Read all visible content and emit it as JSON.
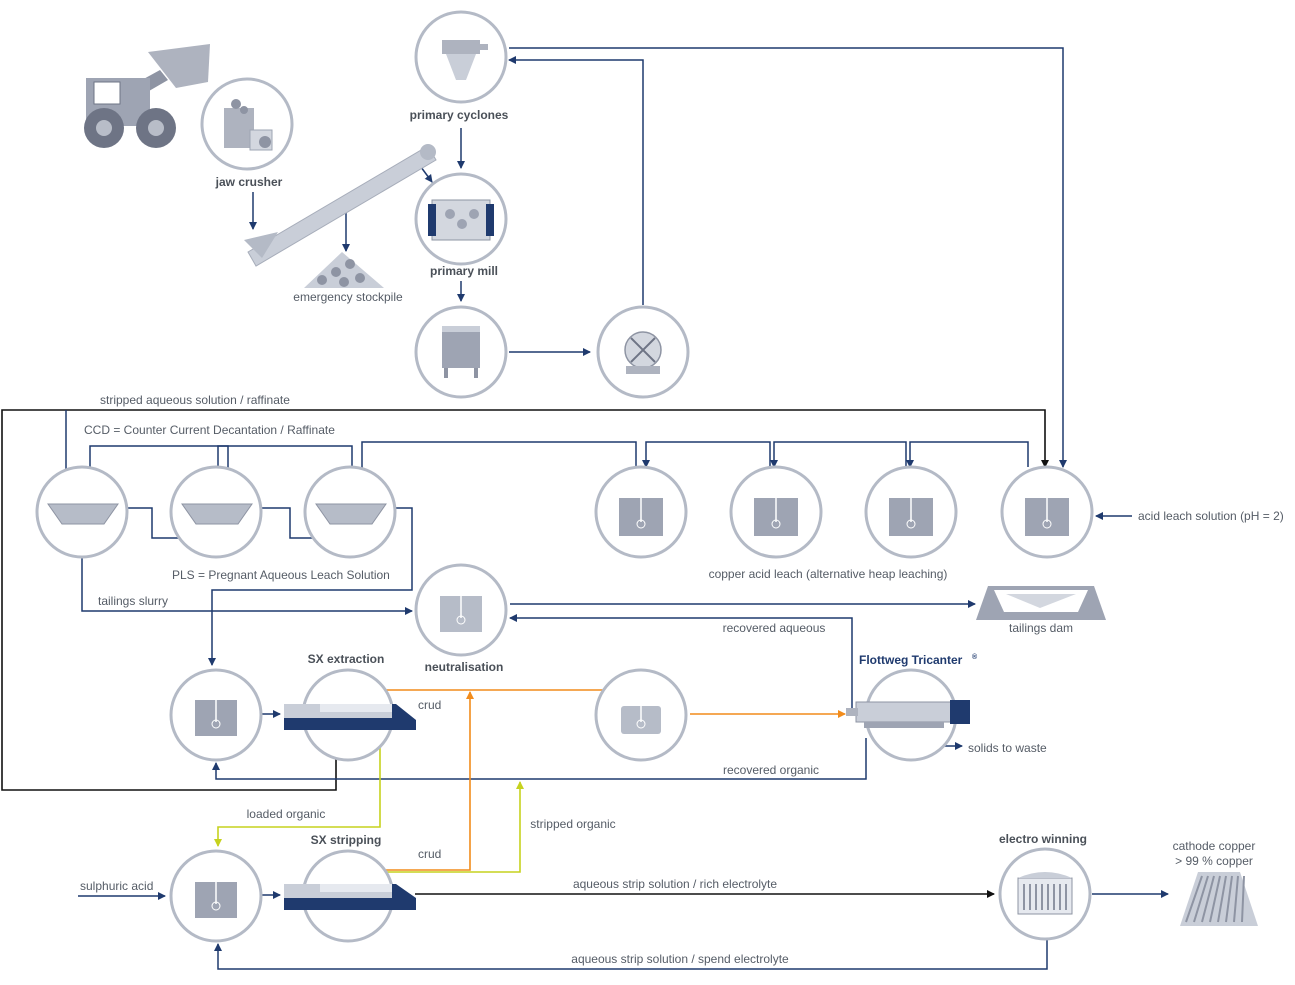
{
  "labels": {
    "jaw_crusher": "jaw crusher",
    "primary_cyclones": "primary cyclones",
    "primary_mill": "primary mill",
    "emergency_stockpile": "emergency stockpile",
    "stripped_aqueous": "stripped aqueous solution / raffinate",
    "ccd": "CCD = Counter Current Decantation / Raffinate",
    "pls": "PLS = Pregnant Aqueous Leach Solution",
    "tailings_slurry": "tailings slurry",
    "copper_acid_leach": "copper acid leach (alternative heap leaching)",
    "acid_leach_solution": "acid leach solution (pH = 2)",
    "tailings_dam": "tailings dam",
    "recovered_aqueous": "recovered aqueous",
    "neutralisation": "neutralisation",
    "sx_extraction": "SX extraction",
    "crud_1": "crud",
    "flottweg_tricanter": "Flottweg Tricanter",
    "registered_mark": "®",
    "solids_to_waste": "solids to waste",
    "recovered_organic": "recovered organic",
    "loaded_organic": "loaded organic",
    "stripped_organic": "stripped organic",
    "sx_stripping": "SX stripping",
    "crud_2": "crud",
    "sulphuric_acid": "sulphuric acid",
    "rich_electrolyte": "aqueous strip solution / rich electrolyte",
    "electro_winning": "electro winning",
    "cathode_copper_1": "cathode copper",
    "cathode_copper_2": "> 99 % copper",
    "spend_electrolyte": "aqueous strip solution / spend electrolyte"
  },
  "icons": {
    "loader": "wheel-loader-icon",
    "crusher": "jaw-crusher-icon",
    "conveyor": "conveyor-belt-icon",
    "stockpile": "stockpile-icon",
    "cyclone": "cyclone-icon",
    "mill": "ball-mill-icon",
    "sump": "sump-tank-icon",
    "pump": "pump-icon",
    "thickener": "thickener-tank-icon",
    "leach_tank": "agitated-tank-icon",
    "decanter": "decanter-centrifuge-icon",
    "electro_winning": "electrowinning-cell-icon",
    "cathode": "cathode-plates-icon"
  },
  "colors": {
    "flow_dark": "#1f3a6e",
    "flow_black": "#111111",
    "flow_orange": "#f28c1c",
    "flow_yellow": "#c6d21e",
    "node_ring": "#b4bac6",
    "equipment_grey": "#9ea4b3"
  }
}
